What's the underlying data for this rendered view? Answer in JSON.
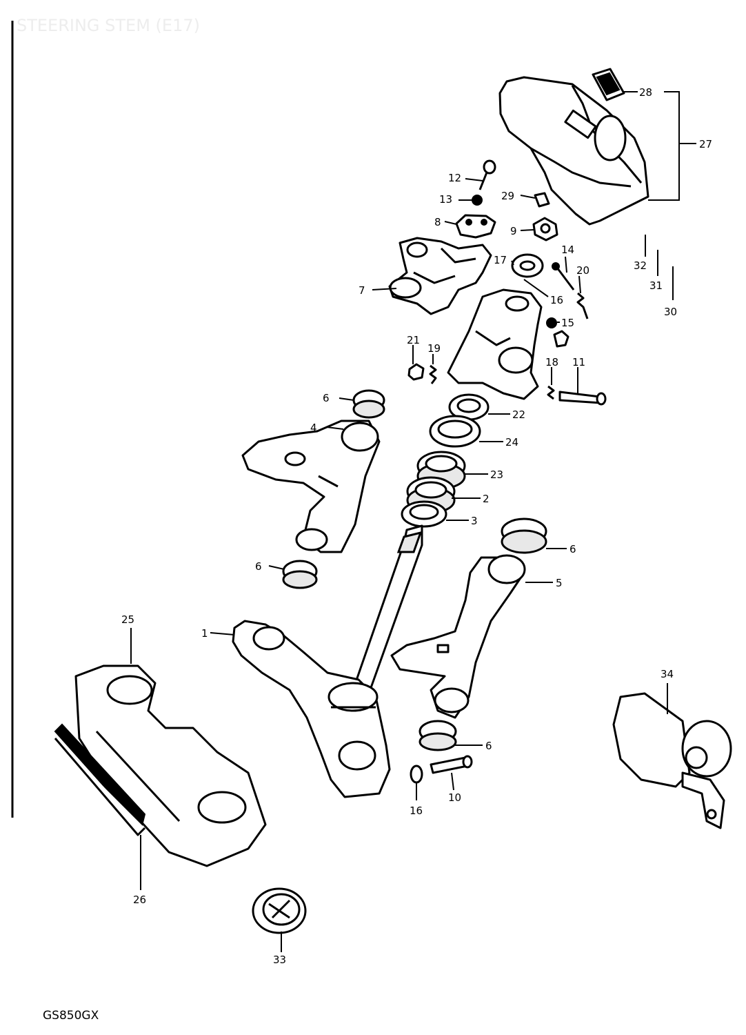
{
  "diagram": {
    "title": "STEERING STEM (E17)",
    "model": "GS850GX",
    "callouts": [
      {
        "id": "c28",
        "label": "28"
      },
      {
        "id": "c27",
        "label": "27"
      },
      {
        "id": "c12",
        "label": "12"
      },
      {
        "id": "c13",
        "label": "13"
      },
      {
        "id": "c29",
        "label": "29"
      },
      {
        "id": "c8",
        "label": "8"
      },
      {
        "id": "c9",
        "label": "9"
      },
      {
        "id": "c32",
        "label": "32"
      },
      {
        "id": "c31",
        "label": "31"
      },
      {
        "id": "c30",
        "label": "30"
      },
      {
        "id": "c14",
        "label": "14"
      },
      {
        "id": "c17",
        "label": "17"
      },
      {
        "id": "c20",
        "label": "20"
      },
      {
        "id": "c7",
        "label": "7"
      },
      {
        "id": "c16a",
        "label": "16"
      },
      {
        "id": "c15",
        "label": "15"
      },
      {
        "id": "c21",
        "label": "21"
      },
      {
        "id": "c19",
        "label": "19"
      },
      {
        "id": "c18",
        "label": "18"
      },
      {
        "id": "c11",
        "label": "11"
      },
      {
        "id": "c6a",
        "label": "6"
      },
      {
        "id": "c22",
        "label": "22"
      },
      {
        "id": "c4",
        "label": "4"
      },
      {
        "id": "c24",
        "label": "24"
      },
      {
        "id": "c23",
        "label": "23"
      },
      {
        "id": "c2",
        "label": "2"
      },
      {
        "id": "c3",
        "label": "3"
      },
      {
        "id": "c6b",
        "label": "6"
      },
      {
        "id": "c6c",
        "label": "6"
      },
      {
        "id": "c5",
        "label": "5"
      },
      {
        "id": "c25",
        "label": "25"
      },
      {
        "id": "c1",
        "label": "1"
      },
      {
        "id": "c34",
        "label": "34"
      },
      {
        "id": "c6d",
        "label": "6"
      },
      {
        "id": "c16b",
        "label": "16"
      },
      {
        "id": "c10",
        "label": "10"
      },
      {
        "id": "c26",
        "label": "26"
      },
      {
        "id": "c33",
        "label": "33"
      }
    ]
  }
}
